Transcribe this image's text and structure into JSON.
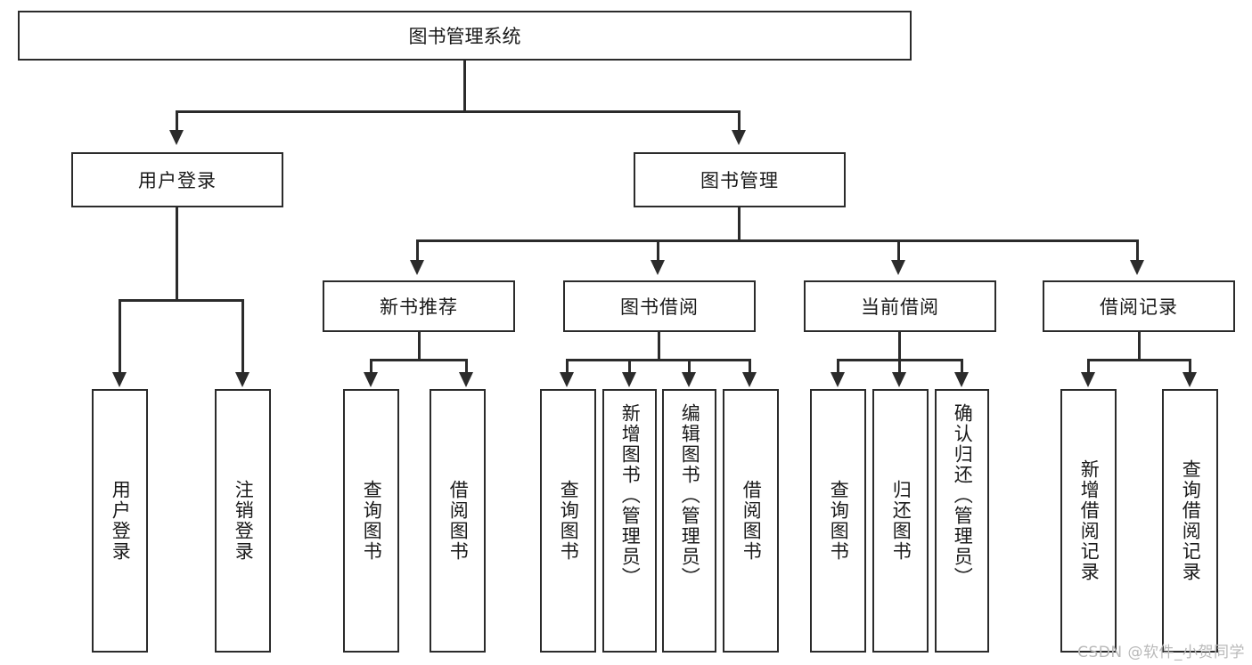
{
  "diagram": {
    "title": "图书管理系统",
    "type": "hierarchy-tree",
    "levels": 4,
    "root": {
      "id": "root",
      "label": "图书管理系统"
    },
    "level2": [
      {
        "id": "user-login",
        "label": "用户登录"
      },
      {
        "id": "book-manage",
        "label": "图书管理"
      }
    ],
    "level3": [
      {
        "id": "new-book-rec",
        "label": "新书推荐",
        "parent": "book-manage"
      },
      {
        "id": "book-borrow",
        "label": "图书借阅",
        "parent": "book-manage"
      },
      {
        "id": "current-borrow",
        "label": "当前借阅",
        "parent": "book-manage"
      },
      {
        "id": "borrow-record",
        "label": "借阅记录",
        "parent": "book-manage"
      }
    ],
    "leaves": {
      "user_login": [
        {
          "id": "leaf-user-login",
          "label": "用户登录"
        },
        {
          "id": "leaf-user-logout",
          "label": "注销登录"
        }
      ],
      "new_book_rec": [
        {
          "id": "leaf-query-book-1",
          "label": "查询图书"
        },
        {
          "id": "leaf-borrow-book-1",
          "label": "借阅图书"
        }
      ],
      "book_borrow": [
        {
          "id": "leaf-query-book-2",
          "label": "查询图书"
        },
        {
          "id": "leaf-add-book",
          "label": "新增图书（管理员）"
        },
        {
          "id": "leaf-edit-book",
          "label": "编辑图书（管理员）"
        },
        {
          "id": "leaf-borrow-book-2",
          "label": "借阅图书"
        }
      ],
      "current_borrow": [
        {
          "id": "leaf-query-book-3",
          "label": "查询图书"
        },
        {
          "id": "leaf-return-book",
          "label": "归还图书"
        },
        {
          "id": "leaf-confirm-return",
          "label": "确认归还（管理员）"
        }
      ],
      "borrow_record": [
        {
          "id": "leaf-add-record",
          "label": "新增借阅记录"
        },
        {
          "id": "leaf-query-record",
          "label": "查询借阅记录"
        }
      ]
    }
  },
  "watermark": {
    "text": "CSDN @软件_小贺同学"
  },
  "colors": {
    "background": "#ffffff",
    "box_border": "#2b2b2b",
    "box_fill": "#ffffff",
    "text": "#1a1a1a",
    "connector": "#2b2b2b",
    "watermark": "#b9b9b9"
  }
}
